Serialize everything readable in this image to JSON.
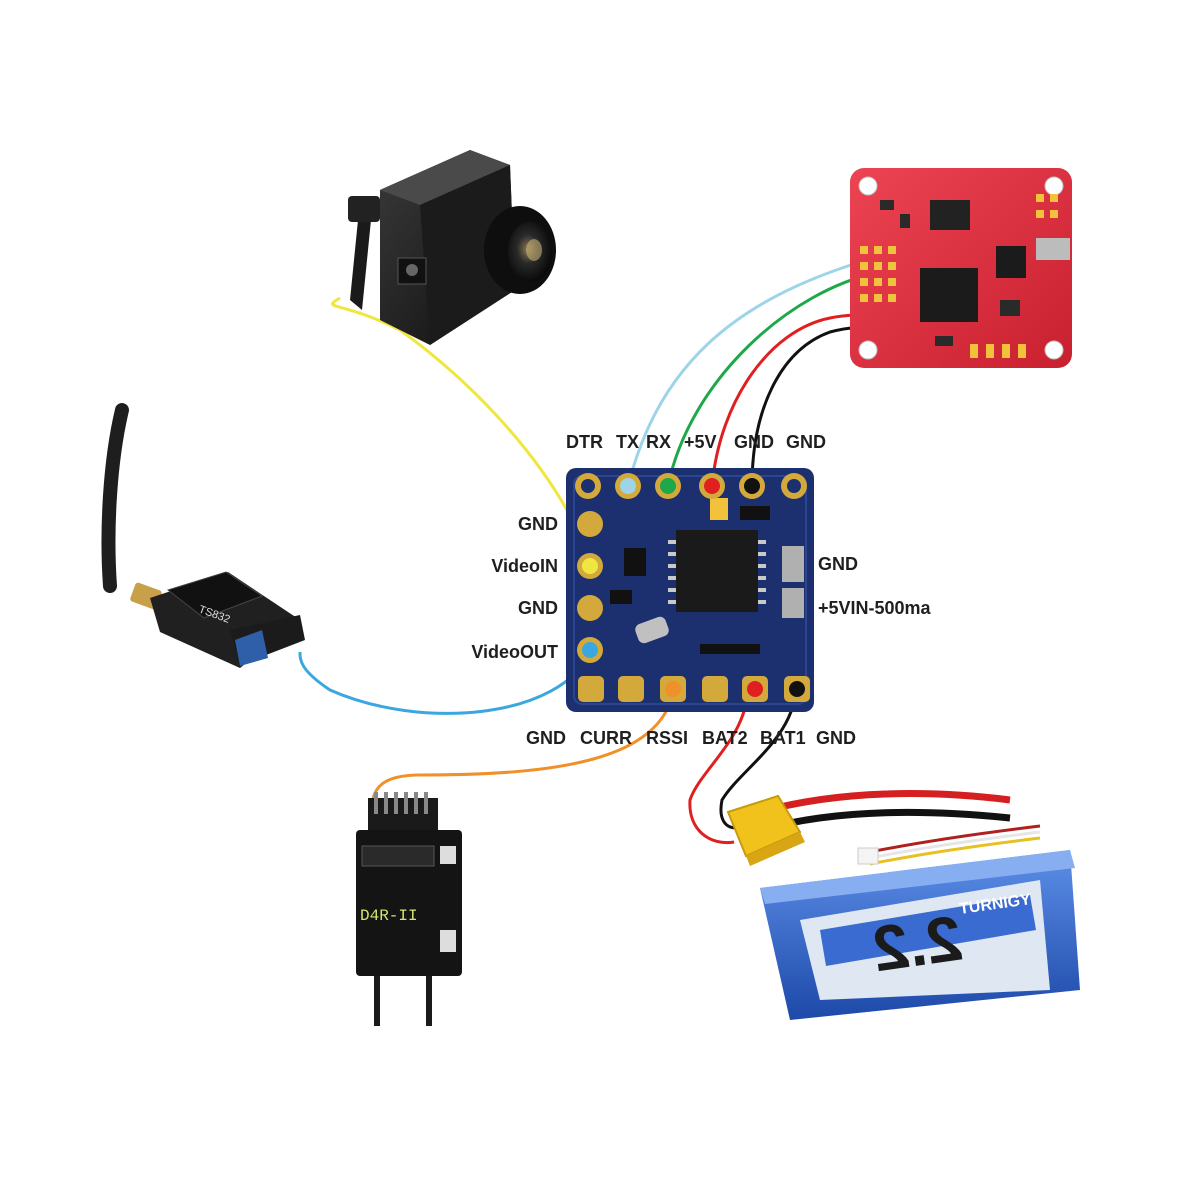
{
  "osd_board": {
    "top_pins": [
      "DTR",
      "TX",
      "RX",
      "+5V",
      "GND",
      "GND"
    ],
    "left_pins": [
      "GND",
      "VideoIN",
      "GND",
      "VideoOUT"
    ],
    "right_pins": [
      "GND",
      "+5VIN-500ma"
    ],
    "bottom_pins": [
      "GND",
      "CURR",
      "RSSI",
      "BAT2",
      "BAT1",
      "GND"
    ]
  },
  "components": {
    "vtx_label": "TS832",
    "receiver_label": "D4R-II",
    "battery_capacity": "2.2",
    "battery_brand": "TURNIGY"
  },
  "colors": {
    "video_in_wire": "#f0e640",
    "video_out_wire": "#3aa7e0",
    "tx_wire": "#9ed4e8",
    "rx_wire": "#1fa84a",
    "power_wire": "#e02020",
    "ground_wire": "#111111",
    "rssi_wire": "#f0902a",
    "osd_pcb": "#1c2f6e",
    "flight_controller_pcb": "#e0313e",
    "battery": "#2b63c9"
  }
}
